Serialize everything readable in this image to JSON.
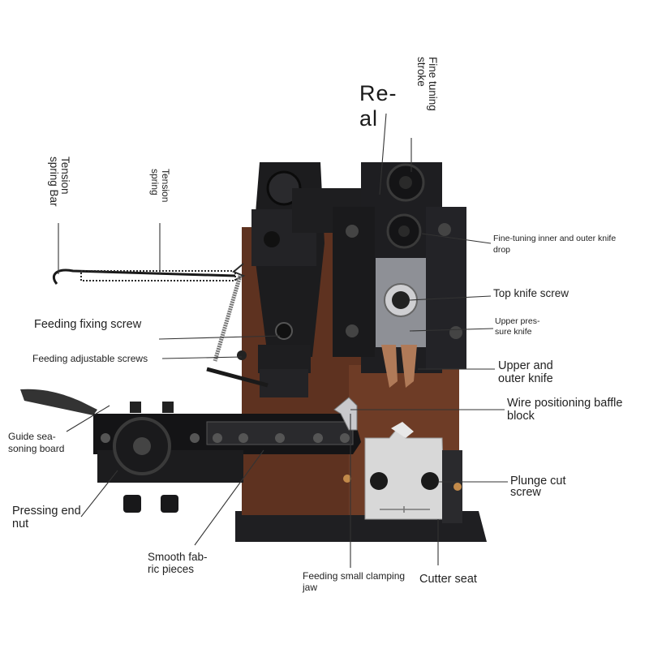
{
  "labels": {
    "real_top": "Re-",
    "real_bottom": "al",
    "fine_tuning_stroke_1": "Fine tuning",
    "fine_tuning_stroke_2": "stroke",
    "tension_spring_bar_1": "Tension",
    "tension_spring_bar_2": "spring Bar",
    "tension_spring_1": "Tension",
    "tension_spring_2": "spring",
    "fine_tuning_knife_1": "Fine-tuning inner and outer knife",
    "fine_tuning_knife_2": "drop",
    "top_knife_screw": "Top knife screw",
    "upper_pressure_knife_1": "Upper pres-",
    "upper_pressure_knife_2": "sure knife",
    "upper_outer_knife_1": "Upper and",
    "upper_outer_knife_2": "outer knife",
    "feeding_fixing_screw": "Feeding fixing screw",
    "feeding_adjustable_screws": "Feeding adjustable screws",
    "wire_baffle_1": "Wire positioning baffle",
    "wire_baffle_2": "block",
    "guide_board_1": "Guide sea-",
    "guide_board_2": "soning board",
    "plunge_cut_1": "Plunge cut",
    "plunge_cut_2": "screw",
    "pressing_end_nut_1": "Pressing end",
    "pressing_end_nut_2": "nut",
    "smooth_fabric_1": "Smooth fab-",
    "smooth_fabric_2": "ric pieces",
    "feeding_jaw_1": "Feeding small clamping",
    "feeding_jaw_2": "jaw",
    "cutter_seat": "Cutter seat"
  },
  "colors": {
    "machine_black": "#1c1c1e",
    "steel": "#8e9096",
    "wood_brown": "#6b3a22",
    "silver_block": "#d8d8d8",
    "leader_line": "#333333"
  }
}
